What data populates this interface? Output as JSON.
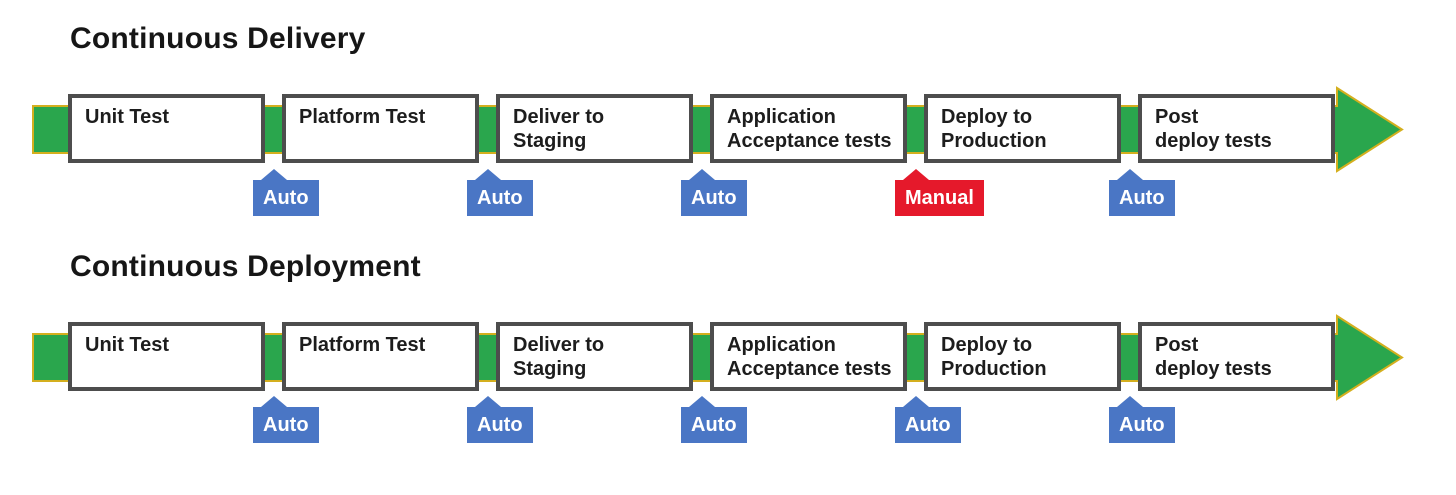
{
  "figure": {
    "rows": [
      {
        "title": "Continuous Delivery",
        "stages": [
          "Unit Test",
          "Platform Test",
          "Deliver to\nStaging",
          "Application\nAcceptance tests",
          "Deploy to\nProduction",
          "Post\ndeploy tests"
        ],
        "gates": [
          {
            "label": "Auto",
            "type": "auto"
          },
          {
            "label": "Auto",
            "type": "auto"
          },
          {
            "label": "Auto",
            "type": "auto"
          },
          {
            "label": "Manual",
            "type": "manual"
          },
          {
            "label": "Auto",
            "type": "auto"
          }
        ]
      },
      {
        "title": "Continuous Deployment",
        "stages": [
          "Unit Test",
          "Platform Test",
          "Deliver to\nStaging",
          "Application\nAcceptance tests",
          "Deploy to\nProduction",
          "Post\ndeploy tests"
        ],
        "gates": [
          {
            "label": "Auto",
            "type": "auto"
          },
          {
            "label": "Auto",
            "type": "auto"
          },
          {
            "label": "Auto",
            "type": "auto"
          },
          {
            "label": "Auto",
            "type": "auto"
          },
          {
            "label": "Auto",
            "type": "auto"
          }
        ]
      }
    ],
    "colors": {
      "arrow_green": "#2aa64d",
      "arrow_outline": "#d4af1e",
      "auto_blue": "#4a76c5",
      "manual_red": "#e5192b",
      "box_border": "#4d4d4d",
      "text": "#1d1d1d"
    }
  }
}
